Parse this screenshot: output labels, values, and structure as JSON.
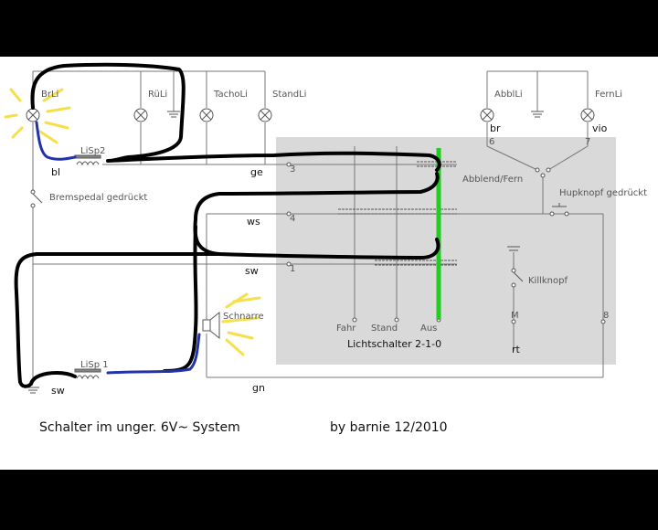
{
  "lamps": {
    "brli": "BrLi",
    "rueli": "RüLi",
    "tacholi": "TachoLi",
    "standli": "StandLi",
    "abbli": "AbblLi",
    "fernli": "FernLi"
  },
  "components": {
    "lisp2": "LiSp2",
    "lisp1": "LiSp 1",
    "brake": "Bremspedal gedrückt",
    "horn": "Schnarre",
    "dimmer": "Abblend/Fern",
    "hornbutton": "Hupknopf gedrückt",
    "kill": "Killknopf",
    "light_switch": "Lichtschalter 2-1-0"
  },
  "switch_positions": [
    "Fahr",
    "Stand",
    "Aus"
  ],
  "wire_colors": {
    "bl": "bl",
    "ge": "ge",
    "ws": "ws",
    "sw_mid": "sw",
    "sw_bottom": "sw",
    "gn": "gn",
    "br": "br",
    "vio": "vio",
    "rt": "rt"
  },
  "terminals": {
    "t3": "3",
    "t4": "4",
    "t1": "1",
    "t6": "6",
    "t7": "7",
    "t8": "8",
    "tm": "M"
  },
  "caption": {
    "left": "Schalter im unger. 6V~ System",
    "right": "by barnie  12/2010"
  },
  "colors": {
    "panel": "#d9d9d9",
    "active_position": "#22cc22",
    "drawn_wire": "#000000",
    "blue_wire": "#2233aa",
    "glow": "#f5e04a"
  }
}
